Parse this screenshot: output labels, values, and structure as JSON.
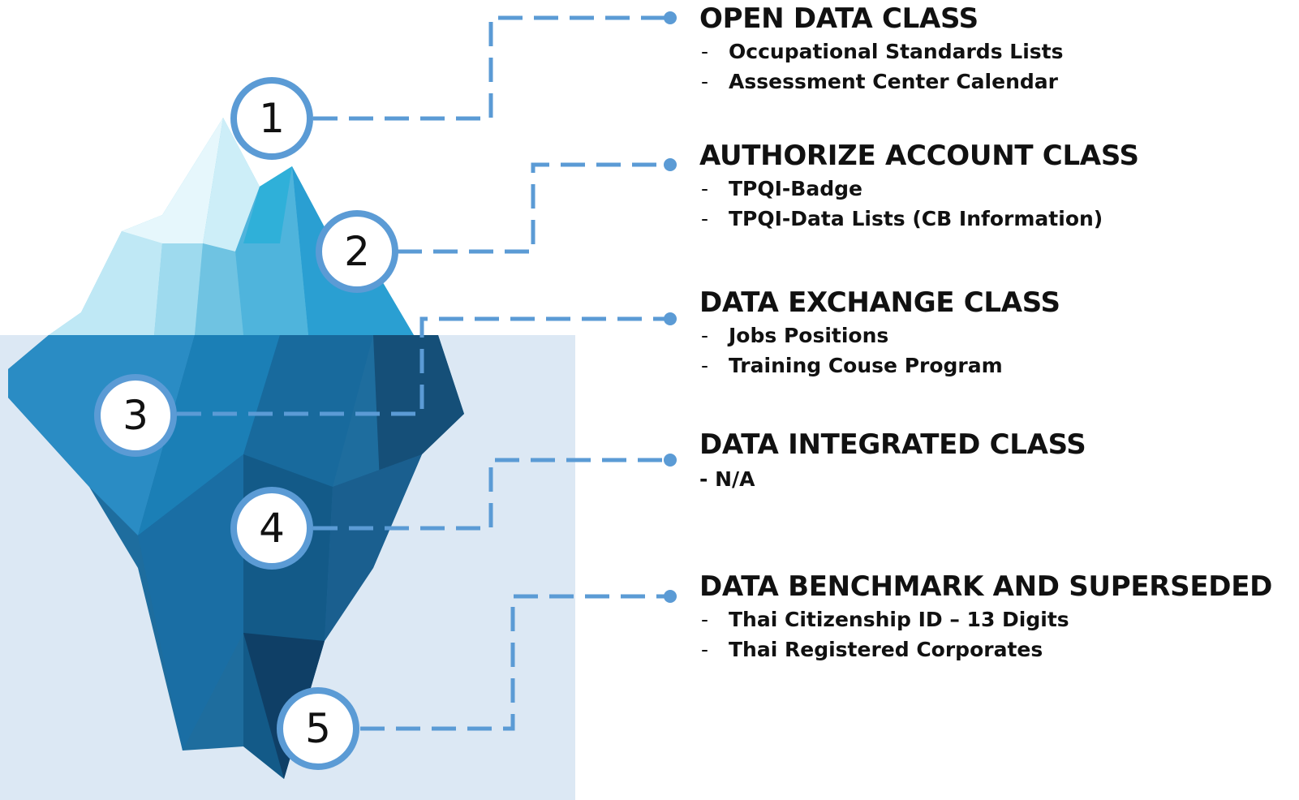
{
  "classes": [
    {
      "number": "1",
      "title": "OPEN DATA CLASS",
      "items": [
        "Occupational Standards Lists",
        "Assessment Center Calendar"
      ]
    },
    {
      "number": "2",
      "title": "AUTHORIZE ACCOUNT CLASS",
      "items": [
        "TPQI-Badge",
        "TPQI-Data Lists (CB Information)"
      ]
    },
    {
      "number": "3",
      "title": "DATA EXCHANGE CLASS",
      "items": [
        "Jobs Positions",
        "Training Couse Program"
      ]
    },
    {
      "number": "4",
      "title": "DATA INTEGRATED CLASS",
      "note": "- N/A"
    },
    {
      "number": "5",
      "title": "DATA BENCHMARK AND SUPERSEDED",
      "items": [
        "Thai Citizenship ID – 13 Digits",
        "Thai Registered Corporates"
      ]
    }
  ],
  "colors": {
    "connector": "#5b9bd5",
    "water": "#dce8f4",
    "ice_above": "#8fd3ea",
    "ice_below": "#1f6f9f"
  }
}
